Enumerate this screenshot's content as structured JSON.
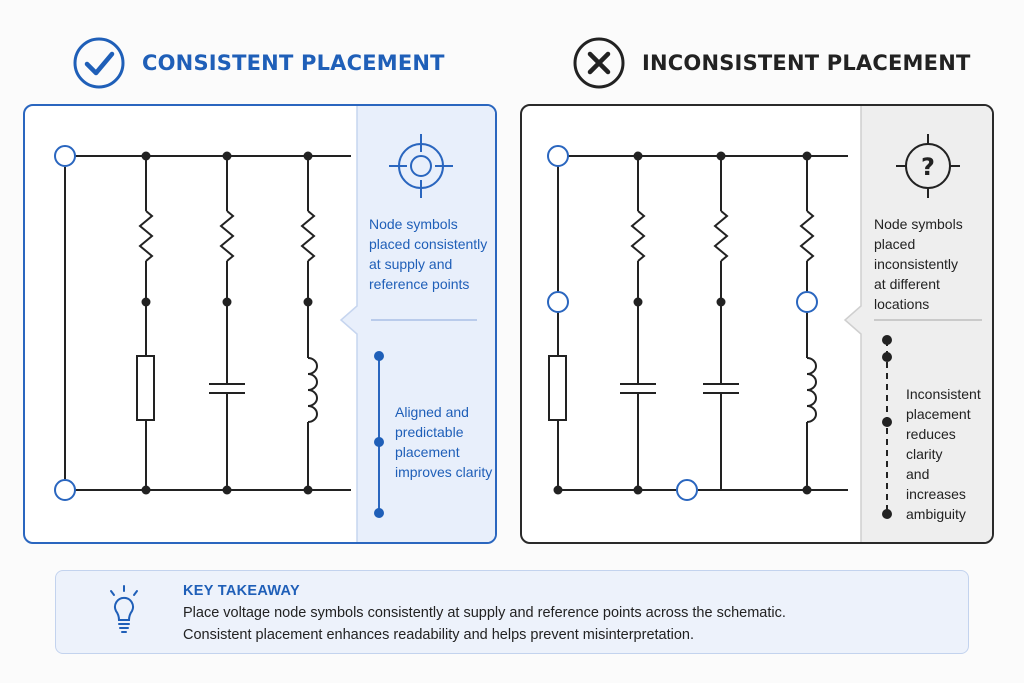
{
  "left": {
    "heading": "CONSISTENT PLACEMENT",
    "note1": [
      "Node symbols",
      "placed consistently",
      "at supply and",
      "reference points"
    ],
    "note2": [
      "Aligned and",
      "predictable",
      "placement",
      "improves clarity"
    ]
  },
  "right": {
    "heading": "INCONSISTENT PLACEMENT",
    "note1": [
      "Node symbols",
      "placed inconsistently",
      "at different",
      "locations"
    ],
    "note2": [
      "Inconsistent",
      "placement",
      "reduces clarity",
      "and increases",
      "ambiguity"
    ]
  },
  "takeaway": {
    "title": "KEY TAKEAWAY",
    "line1": "Place voltage node symbols consistently at supply and reference points across the schematic.",
    "line2": "Consistent placement enhances readability and helps prevent misinterpretation."
  },
  "icons": {
    "left_heading": "check-circle-icon",
    "right_heading": "x-circle-icon",
    "left_panel": "crosshair-target-icon",
    "right_panel": "crosshair-question-icon",
    "takeaway": "lightbulb-icon"
  },
  "colors": {
    "accent_blue": "#1f5fb8",
    "dark": "#222222",
    "left_side_bg": "#e8effb",
    "right_side_bg": "#eeeeee"
  }
}
